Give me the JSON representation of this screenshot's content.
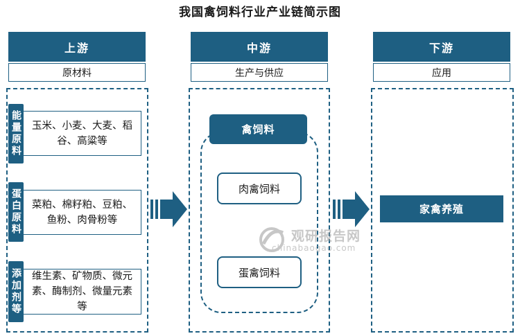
{
  "title": "我国禽饲料行业产业链简示图",
  "stages": {
    "upstream": {
      "label": "上游",
      "sub": "原材料"
    },
    "midstream": {
      "label": "中游",
      "sub": "生产与供应"
    },
    "downstream": {
      "label": "下游",
      "sub": "应用"
    }
  },
  "materials": [
    {
      "category": "能量原料",
      "items": "玉米、小麦、大麦、稻谷、高粱等"
    },
    {
      "category": "蛋白原料",
      "items": "菜粕、棉籽粕、豆粕、鱼粉、肉骨粉等"
    },
    {
      "category": "添加剂等",
      "items": "维生素、矿物质、微元素、酶制剂、微量元素等"
    }
  ],
  "production": {
    "header": "禽饲料",
    "items": [
      "肉禽饲料",
      "蛋禽饲料"
    ]
  },
  "application": "家禽养殖",
  "watermark": {
    "name": "观研报告网",
    "url": "chinabaogao.com"
  },
  "colors": {
    "primary": "#1e5f82",
    "watermark": "#9a9a9a"
  }
}
